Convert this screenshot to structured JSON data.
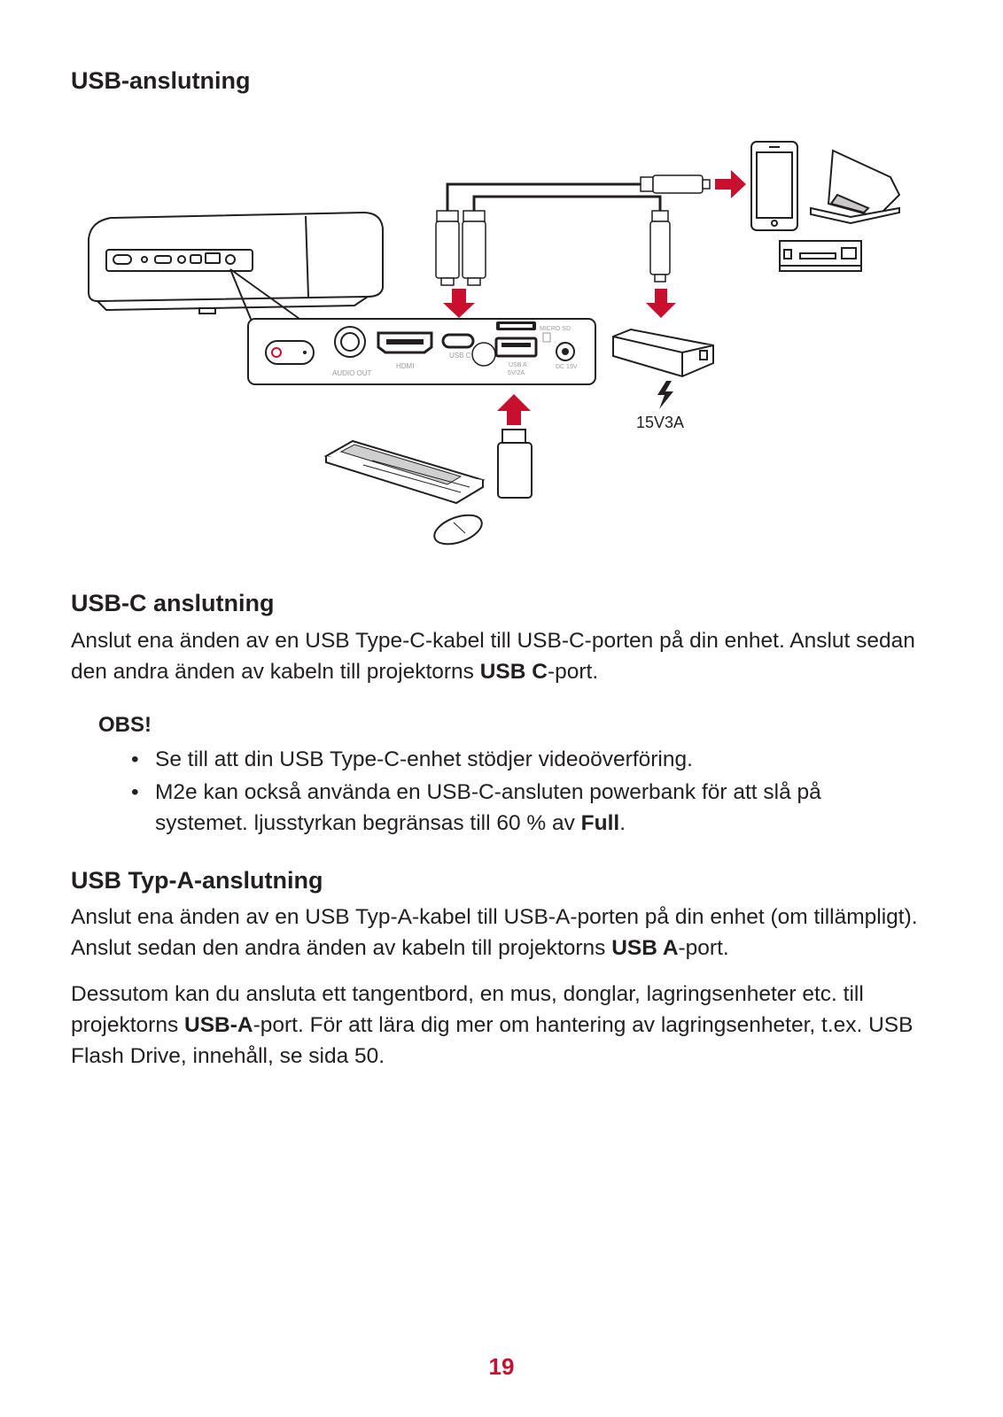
{
  "headings": {
    "usb_connection": "USB-anslutning",
    "usb_c": "USB-C anslutning",
    "usb_a": "USB Typ-A-anslutning"
  },
  "diagram": {
    "port_labels": {
      "audio_out": "AUDIO OUT",
      "hdmi": "HDMI",
      "usb_c": "USB C",
      "usb_a": "USB A",
      "usb_a_rating": "5V/2A",
      "micro_sd": "MICRO SD",
      "dc": "DC 19V"
    },
    "power_rating": "15V3A",
    "colors": {
      "accent_red": "#c8102e",
      "line": "#231f20",
      "port_label": "#9a9a9a"
    },
    "icons": [
      "projector",
      "smartphone",
      "laptop",
      "media-player",
      "powerbank",
      "usb-flash-drive",
      "keyboard",
      "mouse",
      "lightning-icon",
      "arrow-down-icon",
      "arrow-up-icon",
      "arrow-right-icon"
    ]
  },
  "usb_c_section": {
    "body_pre": "Anslut ena änden av en USB Type-C-kabel till USB-C-porten på din enhet. Anslut sedan den andra änden av kabeln till projektorns ",
    "body_bold": "USB C",
    "body_post": "-port.",
    "obs_label": "OBS!",
    "note1": "Se till att din USB Type-C-enhet stödjer videoöverföring.",
    "note2_pre": "M2e kan också använda en USB-C-ansluten powerbank för att slå på systemet. ljusstyrkan begränsas till 60 % av ",
    "note2_bold": "Full",
    "note2_post": "."
  },
  "usb_a_section": {
    "p1_pre": "Anslut ena änden av en USB Typ-A-kabel till USB-A-porten på din enhet (om tillämpligt). Anslut sedan den andra änden av kabeln till projektorns ",
    "p1_bold": "USB A",
    "p1_post": "-port.",
    "p2_pre": "Dessutom kan du ansluta ett tangentbord, en mus, donglar, lagringsenheter etc. till projektorns ",
    "p2_bold": "USB-A",
    "p2_post": "-port. För att lära dig mer om hantering av lagringsenheter, t.ex. USB Flash Drive, innehåll, se sida 50."
  },
  "page_number": "19"
}
